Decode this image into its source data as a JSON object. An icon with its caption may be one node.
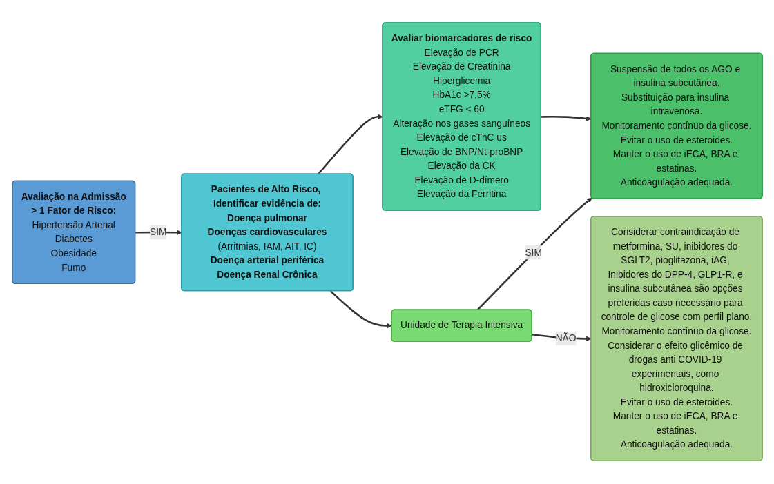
{
  "diagram": {
    "nodes": [
      {
        "text": [
          "Avaliação na Admissão",
          "> 1 Fator de Risco:",
          "Hipertensão Arterial",
          "Diabetes",
          "Obesidade",
          "Fumo"
        ]
      },
      {
        "text": [
          "Pacientes de Alto Risco, Identificar evidência de:",
          "Doença pulmonar",
          "Doenças cardiovasculares",
          "(Arritmias, IAM, AIT, IC)",
          "Doença arterial periférica",
          "Doença Renal Crônica"
        ]
      },
      {
        "text": [
          "Avaliar biomarcadores de risco",
          "Elevação de PCR",
          "Elevação de Creatinina",
          "Hiperglicemia",
          "HbA1c >7,5%",
          "eTFG < 60",
          "Alteração nos gases sanguíneos",
          "Elevação de cTnC us",
          "Elevação de BNP/Nt-proBNP",
          "Elevação da CK",
          "Elevação de D-dímero",
          "Elevação da Ferritina"
        ]
      },
      {
        "text": [
          "Unidade de Terapia Intensiva"
        ]
      },
      {
        "text": [
          "Considerar contraindicação de metformina, SU, inibidores do SGLT2, pioglitazona, iAG, Inibidores do DPP-4, GLP1-R, e insulina subcutânea são opções preferidas caso necessário para controle de glicose com perfil plano.",
          "Monitoramento contínuo da glicose.",
          "Considerar o efeito glicêmico de drogas anti COVID-19 experimentais, como hidroxicloroquina.",
          "Evitar o uso de esteroides.",
          "Manter o uso de iECA, BRA e estatinas.",
          "Anticoagulação adequada."
        ]
      },
      {
        "text": [
          "Suspensão de todos os AGO e insulina subcutânea.",
          "Substituição para insulina intravenosa.",
          "Monitoramento contínuo da glicose.",
          "Evitar o uso de esteroides.",
          "Manter o uso de iECA, BRA e estatinas.",
          "Anticoagulação adequada."
        ]
      }
    ],
    "edges": [
      {
        "from": 0,
        "to": 1,
        "arrow": "to",
        "label": "SIM"
      },
      {
        "from": 1,
        "to": 2,
        "arrow": "to"
      },
      {
        "from": 1,
        "to": 3,
        "arrow": "to"
      },
      {
        "from": 2,
        "to": 5,
        "arrow": "to"
      },
      {
        "from": 3,
        "to": 4,
        "arrow": "to",
        "label": "NÃO"
      },
      {
        "from": 3,
        "to": 5,
        "arrow": "to",
        "label": "SIM"
      }
    ]
  }
}
